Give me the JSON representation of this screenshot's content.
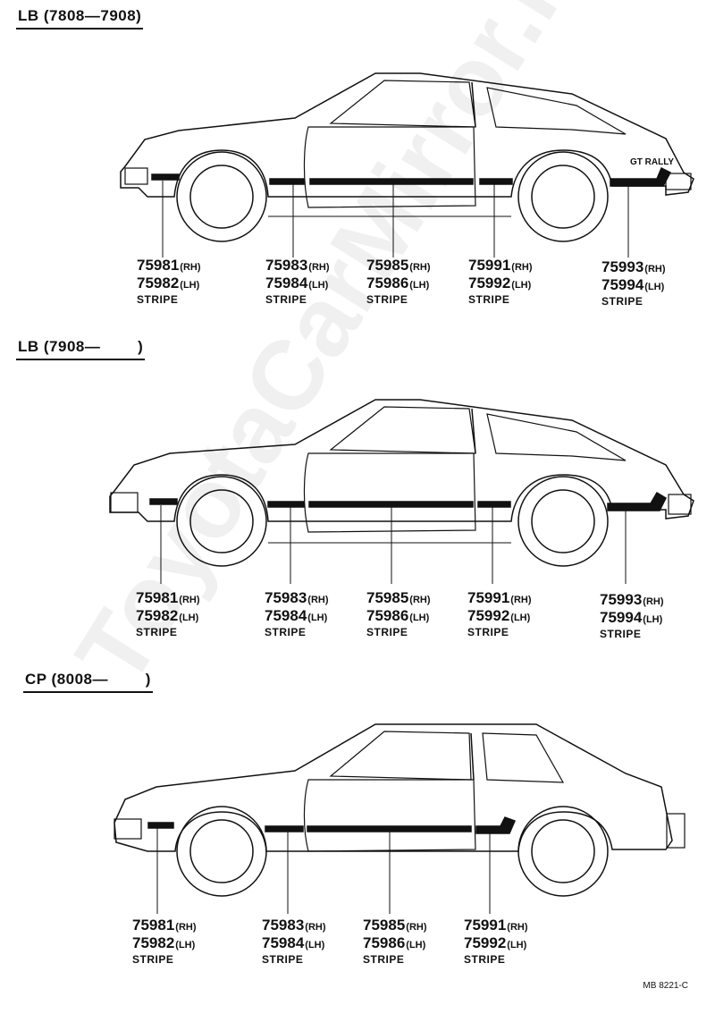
{
  "sections": [
    {
      "title": "LB (7808—7908)",
      "emblem": "GT RALLY",
      "parts": [
        {
          "rh": "75981",
          "lh": "75982",
          "rh_tag": "(RH)",
          "lh_tag": "(LH)",
          "label": "STRIPE"
        },
        {
          "rh": "75983",
          "lh": "75984",
          "rh_tag": "(RH)",
          "lh_tag": "(LH)",
          "label": "STRIPE"
        },
        {
          "rh": "75985",
          "lh": "75986",
          "rh_tag": "(RH)",
          "lh_tag": "(LH)",
          "label": "STRIPE"
        },
        {
          "rh": "75991",
          "lh": "75992",
          "rh_tag": "(RH)",
          "lh_tag": "(LH)",
          "label": "STRIPE"
        },
        {
          "rh": "75993",
          "lh": "75994",
          "rh_tag": "(RH)",
          "lh_tag": "(LH)",
          "label": "STRIPE"
        }
      ]
    },
    {
      "title": "LB (7908—        )",
      "parts": [
        {
          "rh": "75981",
          "lh": "75982",
          "rh_tag": "(RH)",
          "lh_tag": "(LH)",
          "label": "STRIPE"
        },
        {
          "rh": "75983",
          "lh": "75984",
          "rh_tag": "(RH)",
          "lh_tag": "(LH)",
          "label": "STRIPE"
        },
        {
          "rh": "75985",
          "lh": "75986",
          "rh_tag": "(RH)",
          "lh_tag": "(LH)",
          "label": "STRIPE"
        },
        {
          "rh": "75991",
          "lh": "75992",
          "rh_tag": "(RH)",
          "lh_tag": "(LH)",
          "label": "STRIPE"
        },
        {
          "rh": "75993",
          "lh": "75994",
          "rh_tag": "(RH)",
          "lh_tag": "(LH)",
          "label": "STRIPE"
        }
      ]
    },
    {
      "title": "CP (8008—        )",
      "parts": [
        {
          "rh": "75981",
          "lh": "75982",
          "rh_tag": "(RH)",
          "lh_tag": "(LH)",
          "label": "STRIPE"
        },
        {
          "rh": "75983",
          "lh": "75984",
          "rh_tag": "(RH)",
          "lh_tag": "(LH)",
          "label": "STRIPE"
        },
        {
          "rh": "75985",
          "lh": "75986",
          "rh_tag": "(RH)",
          "lh_tag": "(LH)",
          "label": "STRIPE"
        },
        {
          "rh": "75991",
          "lh": "75992",
          "rh_tag": "(RH)",
          "lh_tag": "(LH)",
          "label": "STRIPE"
        }
      ]
    }
  ],
  "footer_code": "MB  8221-C",
  "watermark": "ToyotaCarMirror.ru"
}
